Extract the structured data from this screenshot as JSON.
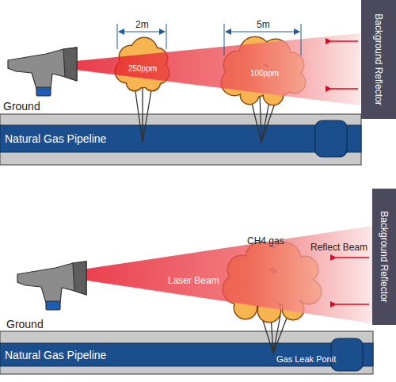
{
  "diagram": {
    "nodes": [
      {
        "text": [
          "250ppm"
        ]
      },
      {
        "text": [
          "100ppm"
        ]
      },
      {
        "text": [
          "Background Reflector"
        ]
      },
      {
        "text": [
          "Natural Gas Pipeline"
        ]
      },
      {
        "text": [
          "Background Reflector"
        ]
      },
      {
        "text": [
          "Natural Gas Pipeline"
        ]
      }
    ],
    "labels": [
      "2m",
      "5m",
      "Ground",
      "Ground",
      "CH4 gas",
      "Reflect Beam",
      "Laser Beam",
      "Gas Leak Ponit"
    ]
  }
}
